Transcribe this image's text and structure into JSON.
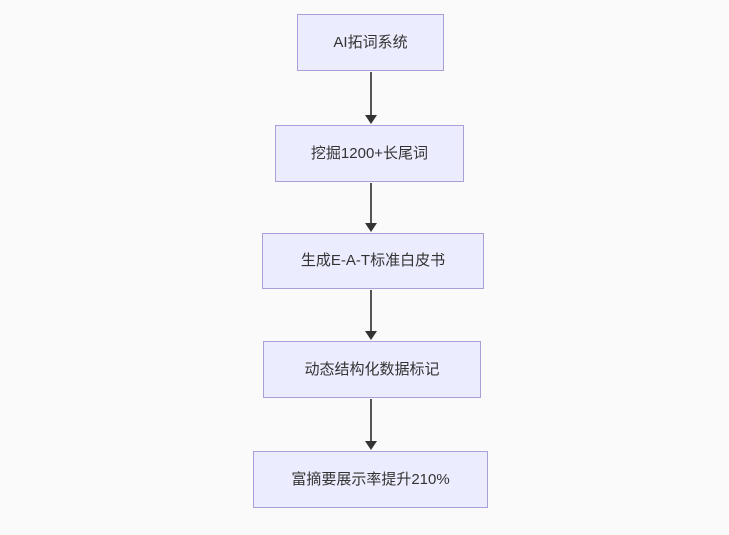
{
  "flowchart": {
    "type": "vertical-flow-diagram",
    "background_color": "#fafafa",
    "node_fill_color": "#ececff",
    "node_border_color": "#aaa0d7",
    "arrow_line_color": "#555555",
    "arrow_head_color": "#333333",
    "text_color": "#333333",
    "nodes": [
      {
        "label": "AI拓词系统"
      },
      {
        "label": "挖掘1200+长尾词"
      },
      {
        "label": "生成E-A-T标准白皮书"
      },
      {
        "label": "动态结构化数据标记"
      },
      {
        "label": "富摘要展示率提升210%"
      }
    ],
    "edges": [
      {
        "from": 0,
        "to": 1
      },
      {
        "from": 1,
        "to": 2
      },
      {
        "from": 2,
        "to": 3
      },
      {
        "from": 3,
        "to": 4
      }
    ]
  }
}
